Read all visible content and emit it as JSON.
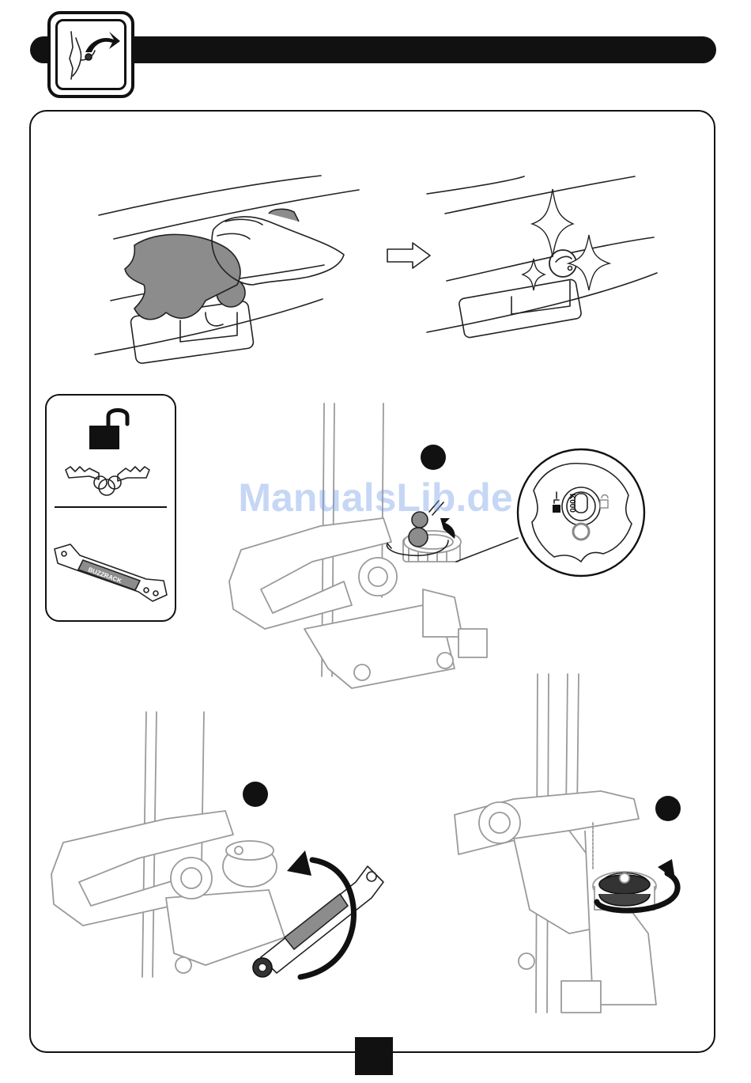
{
  "header": {
    "icon": "hand-wipe-icon",
    "colors": {
      "bar": "#111111",
      "frame": "#111111",
      "background": "#ffffff"
    }
  },
  "steps": [
    {
      "marker_icon": "step-marker-1"
    },
    {
      "marker_icon": "step-marker-2"
    },
    {
      "marker_icon": "step-marker-3"
    }
  ],
  "tools": {
    "items": [
      "unlock-icon",
      "keys-icon",
      "wrench-icon"
    ],
    "wrench_brand_text": "BUZZRACK"
  },
  "lock_detail": {
    "lock_code": "K000"
  },
  "watermark": {
    "text": "ManualsLib.de"
  }
}
